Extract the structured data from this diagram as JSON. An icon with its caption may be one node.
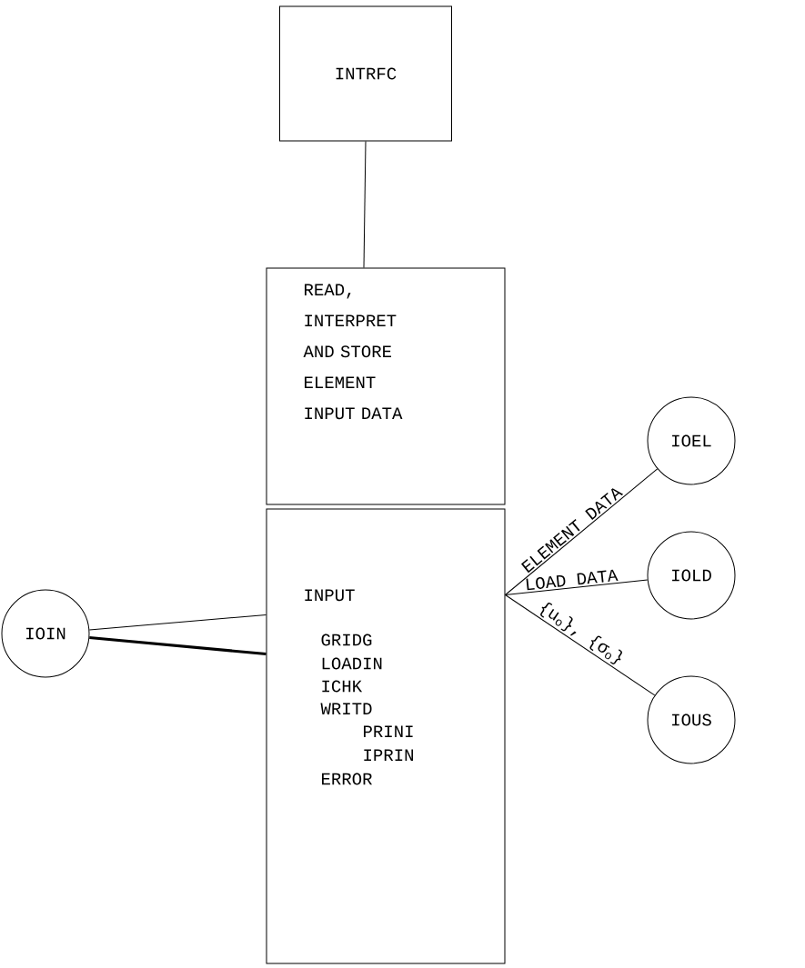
{
  "diagram": {
    "nodes": [
      {
        "text": [
          "INTRFC"
        ]
      },
      {
        "text": [
          "READ, INTERPRET AND STORE ELEMENT INPUT DATA"
        ]
      },
      {
        "text": [
          "INPUT",
          "GRIDG",
          "LOADIN",
          "ICHK",
          "WRITD",
          "PRINI",
          "IPRIN",
          "ERROR"
        ]
      },
      {
        "text": [
          "IOIN"
        ]
      },
      {
        "text": [
          "IOEL"
        ]
      },
      {
        "text": [
          "IOLD"
        ]
      },
      {
        "text": [
          "IOUS"
        ]
      }
    ],
    "edges": [
      {
        "from": 0,
        "to": 1,
        "arrow": "none"
      },
      {
        "from": 3,
        "to": 2,
        "arrow": "none"
      },
      {
        "from": 3,
        "to": 2,
        "arrow": "none",
        "style": "thick"
      },
      {
        "from": 2,
        "to": 4,
        "arrow": "none",
        "label": "ELEMENT DATA"
      },
      {
        "from": 2,
        "to": 5,
        "arrow": "none",
        "label": "LOAD DATA"
      },
      {
        "from": 2,
        "to": 6,
        "arrow": "none",
        "label": "{u$_{o}$}, {σ$_{o}$}"
      }
    ]
  }
}
